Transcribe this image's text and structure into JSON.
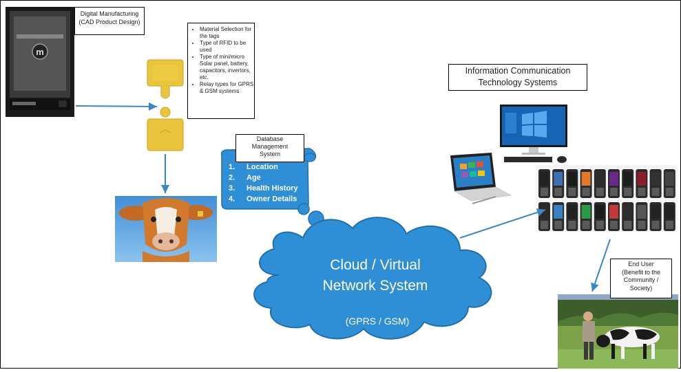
{
  "labels": {
    "digital_manufacturing": "Digital Manufacturing\n(CAD Product Design)",
    "database": "Database\nManagement\nSystem",
    "ict": "Information Communication\nTechnology Systems",
    "end_user": "End User\n(Benefit to the\nCommunity /\nSociety)"
  },
  "tag_requirements": [
    "Material Selection for the tags",
    "Type of RFID to be used",
    "Type of mini/micro Solar panel, battery, capacitors, invertors, etc.",
    "Relay types for GPRS & GSM systems"
  ],
  "database_fields": [
    {
      "num": "1.",
      "text": "Location"
    },
    {
      "num": "2.",
      "text": "Age"
    },
    {
      "num": "3.",
      "text": "Health History"
    },
    {
      "num": "4.",
      "text": "Owner Details"
    }
  ],
  "cloud": {
    "line1": "Cloud / Virtual",
    "line2": "Network System",
    "line3": "(GPRS / GSM)"
  },
  "colors": {
    "cloud_fill": "#2f8fd6",
    "cloud_stroke": "#1f6fa8",
    "arrow": "#3a86c8",
    "tag": "#e8c53a"
  }
}
